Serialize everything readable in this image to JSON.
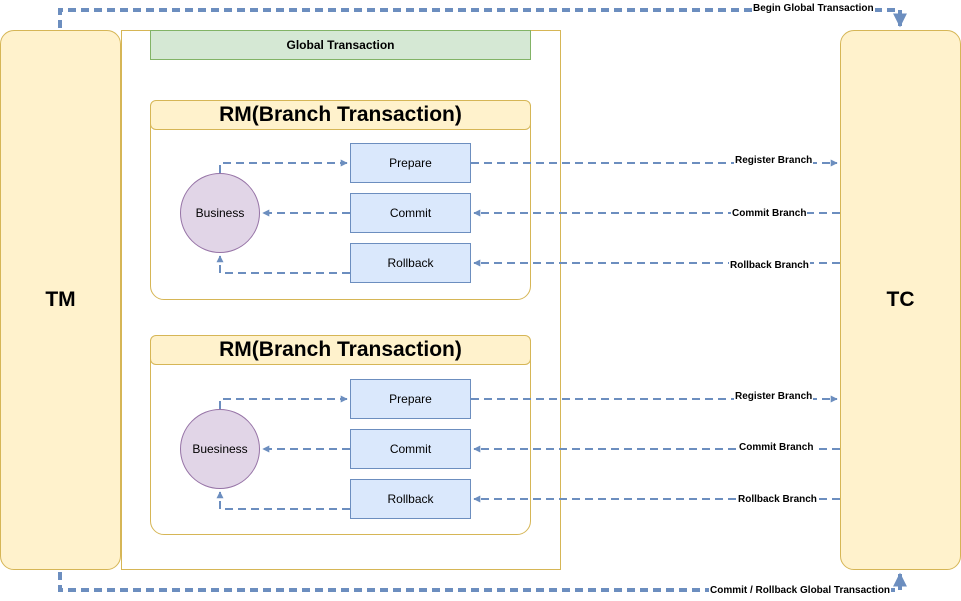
{
  "tm": {
    "label": "TM"
  },
  "tc": {
    "label": "TC"
  },
  "global": {
    "title": "Global Transaction"
  },
  "rm_top": {
    "title": "RM(Branch Transaction)",
    "business": "Business",
    "prepare": "Prepare",
    "commit": "Commit",
    "rollback": "Rollback"
  },
  "rm_bottom": {
    "title": "RM(Branch Transaction)",
    "business": "Buesiness",
    "prepare": "Prepare",
    "commit": "Commit",
    "rollback": "Rollback"
  },
  "edges": {
    "begin_global": "Begin Global Transaction",
    "end_global": "Commit / Rollback Global Transaction",
    "top_register": "Register Branch",
    "top_commit": "Commit Branch",
    "top_rollback": "Rollback Branch",
    "bottom_register": "Register Branch",
    "bottom_commit": "Commit Branch",
    "bottom_rollback": "Rollback Branch"
  },
  "colors": {
    "edge": "#6c8ebf",
    "yellow_fill": "#fff2cc",
    "yellow_stroke": "#d6b656",
    "green_fill": "#d5e8d4",
    "blue_fill": "#dae8fc",
    "purple_fill": "#e1d5e7"
  }
}
